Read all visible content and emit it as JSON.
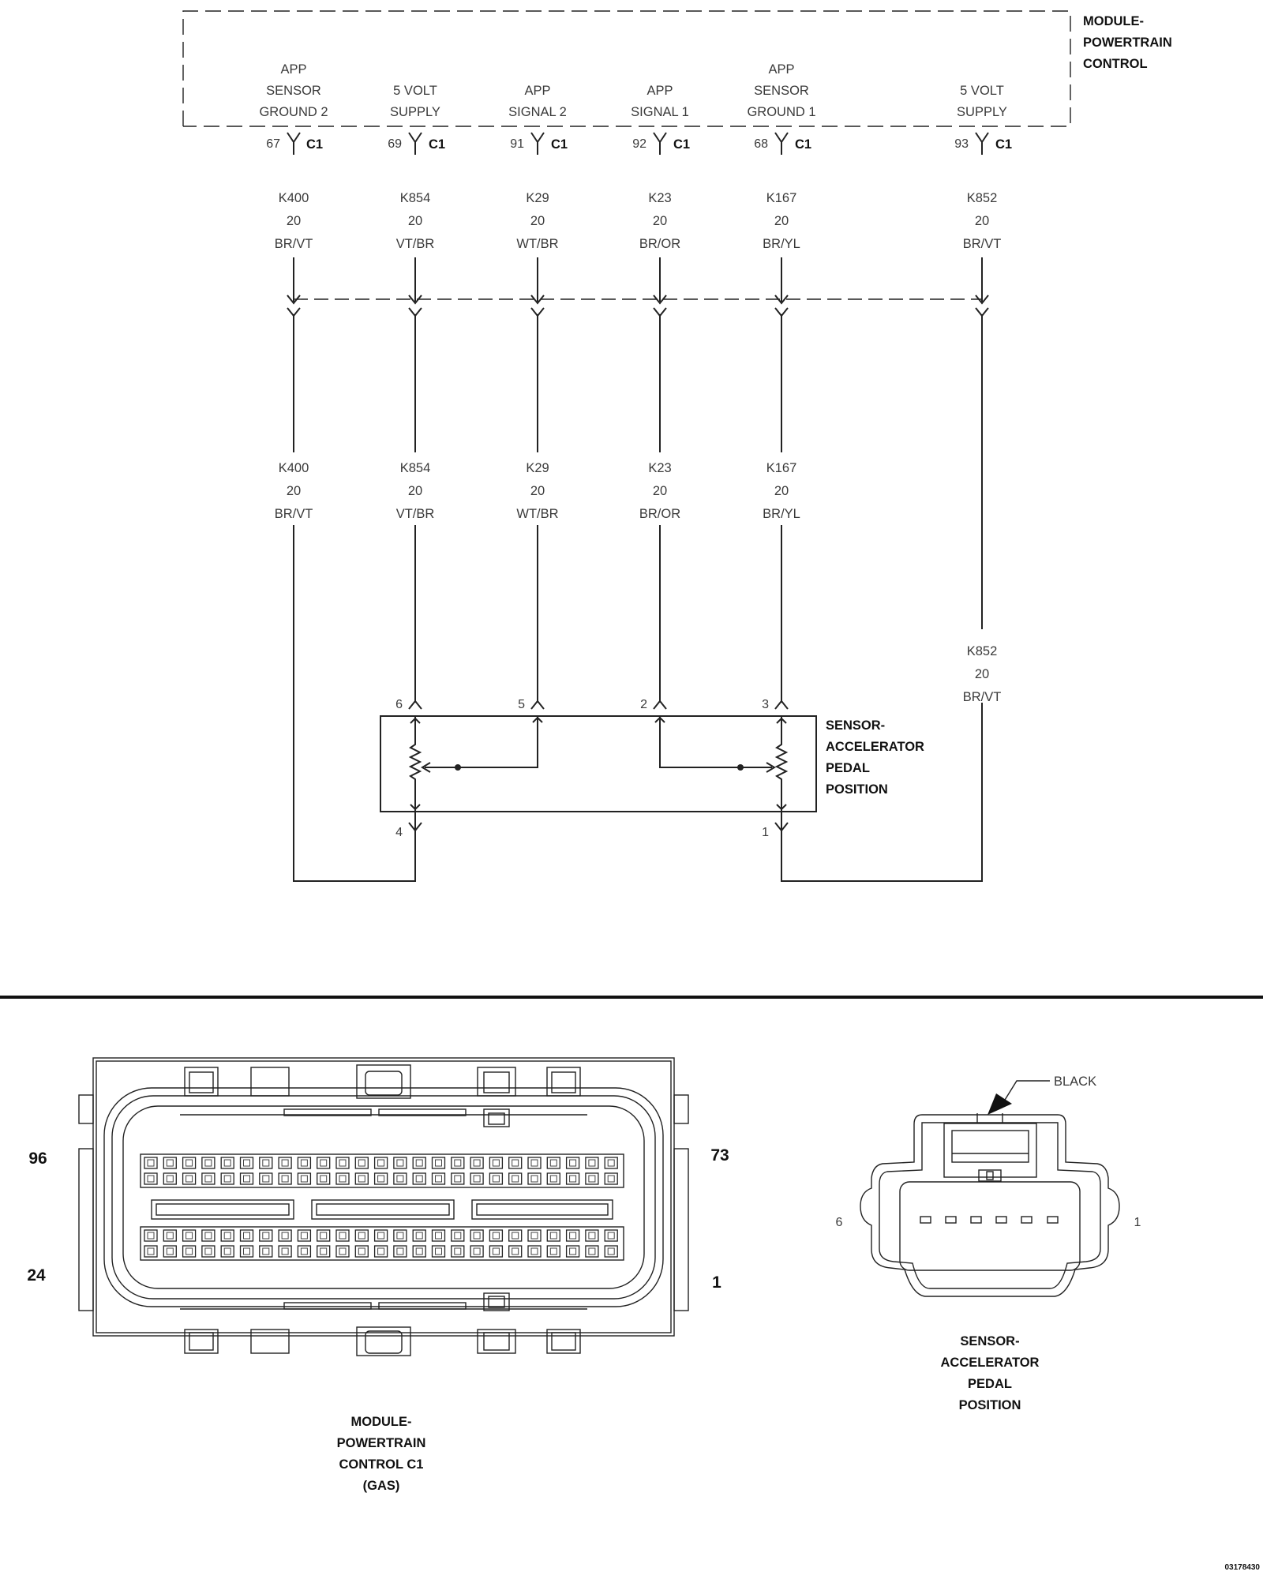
{
  "pcm": {
    "title": [
      "MODULE-",
      "POWERTRAIN",
      "CONTROL"
    ],
    "pins": [
      {
        "name": [
          "APP",
          "SENSOR",
          "GROUND 2"
        ],
        "num": "67",
        "conn": "C1",
        "circuit": "K400",
        "gauge": "20",
        "color": "BR/VT"
      },
      {
        "name": [
          "5 VOLT",
          "SUPPLY"
        ],
        "num": "69",
        "conn": "C1",
        "circuit": "K854",
        "gauge": "20",
        "color": "VT/BR"
      },
      {
        "name": [
          "APP",
          "SIGNAL 2"
        ],
        "num": "91",
        "conn": "C1",
        "circuit": "K29",
        "gauge": "20",
        "color": "WT/BR"
      },
      {
        "name": [
          "APP",
          "SIGNAL 1"
        ],
        "num": "92",
        "conn": "C1",
        "circuit": "K23",
        "gauge": "20",
        "color": "BR/OR"
      },
      {
        "name": [
          "APP",
          "SENSOR",
          "GROUND 1"
        ],
        "num": "68",
        "conn": "C1",
        "circuit": "K167",
        "gauge": "20",
        "color": "BR/YL"
      },
      {
        "name": [
          "5 VOLT",
          "SUPPLY"
        ],
        "num": "93",
        "conn": "C1",
        "circuit": "K852",
        "gauge": "20",
        "color": "BR/VT"
      }
    ]
  },
  "sensor": {
    "title": [
      "SENSOR-",
      "ACCELERATOR",
      "PEDAL",
      "POSITION"
    ],
    "top_pins": [
      "6",
      "5",
      "2",
      "3"
    ],
    "bottom_pins": [
      "4",
      "1"
    ]
  },
  "connector_c1": {
    "caption": [
      "MODULE-",
      "POWERTRAIN",
      "CONTROL C1",
      "(GAS)"
    ],
    "corner_labels": {
      "top_left": "96",
      "top_right": "73",
      "bottom_left": "24",
      "bottom_right": "1"
    }
  },
  "connector_app": {
    "caption": [
      "SENSOR-",
      "ACCELERATOR",
      "PEDAL",
      "POSITION"
    ],
    "color_callout": "BLACK",
    "left_pin": "6",
    "right_pin": "1"
  },
  "doc_id": "03178430"
}
